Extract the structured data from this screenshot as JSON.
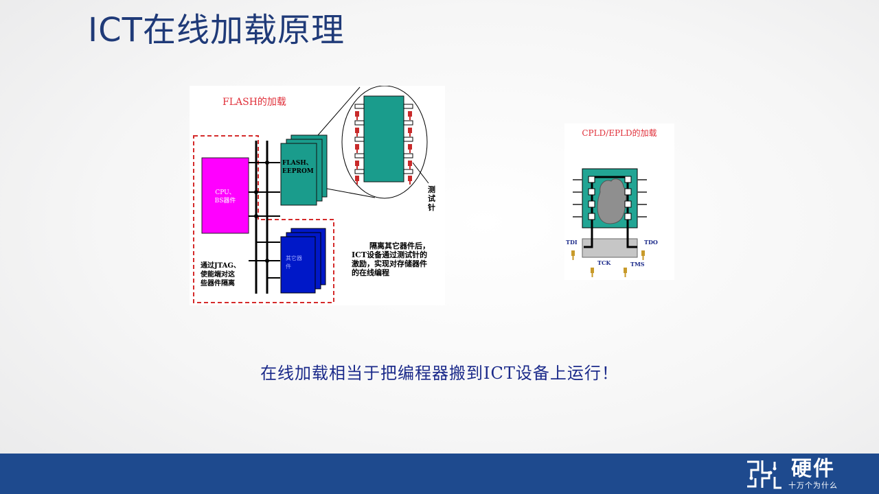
{
  "slide": {
    "title": "ICT在线加载原理",
    "caption": "在线加载相当于把编程器搬到ICT设备上运行！"
  },
  "flash_diagram": {
    "title": "FLASH的加载",
    "cpu_label_line1": "CPU、",
    "cpu_label_line2": "BS器件",
    "flash_label_line1": "FLASH、",
    "flash_label_line2": "EEPROM",
    "isolated_label_line1": "其它器",
    "isolated_label_line2": "件",
    "jtag_note_line1": "通过JTAG、",
    "jtag_note_line2": "使能端对这",
    "jtag_note_line3": "些器件隔离",
    "probe_label_line1": "测",
    "probe_label_line2": "试",
    "probe_label_line3": "针",
    "program_note_line1": "隔离其它器件后，",
    "program_note_line2": "ICT设备通过测试针的",
    "program_note_line3": "激励，实现对存储器件",
    "program_note_line4": "的在线编程",
    "colors": {
      "title": "#e0303a",
      "cpu": "#ff00ff",
      "flash": "#1a9c8c",
      "isolated": "#0018c8",
      "dashed": "#d42a2a"
    }
  },
  "cpld_diagram": {
    "title": "CPLD/EPLD的加载",
    "tdi": "TDI",
    "tdo": "TDO",
    "tck": "TCK",
    "tms": "TMS",
    "colors": {
      "chip": "#22a594",
      "die": "#8f8f8f"
    }
  },
  "footer": {
    "logo_main": "硬件",
    "logo_sub": "十万个为什么",
    "logo_icon": "circuit-logo-icon",
    "bar_color": "#1e4a8e"
  }
}
